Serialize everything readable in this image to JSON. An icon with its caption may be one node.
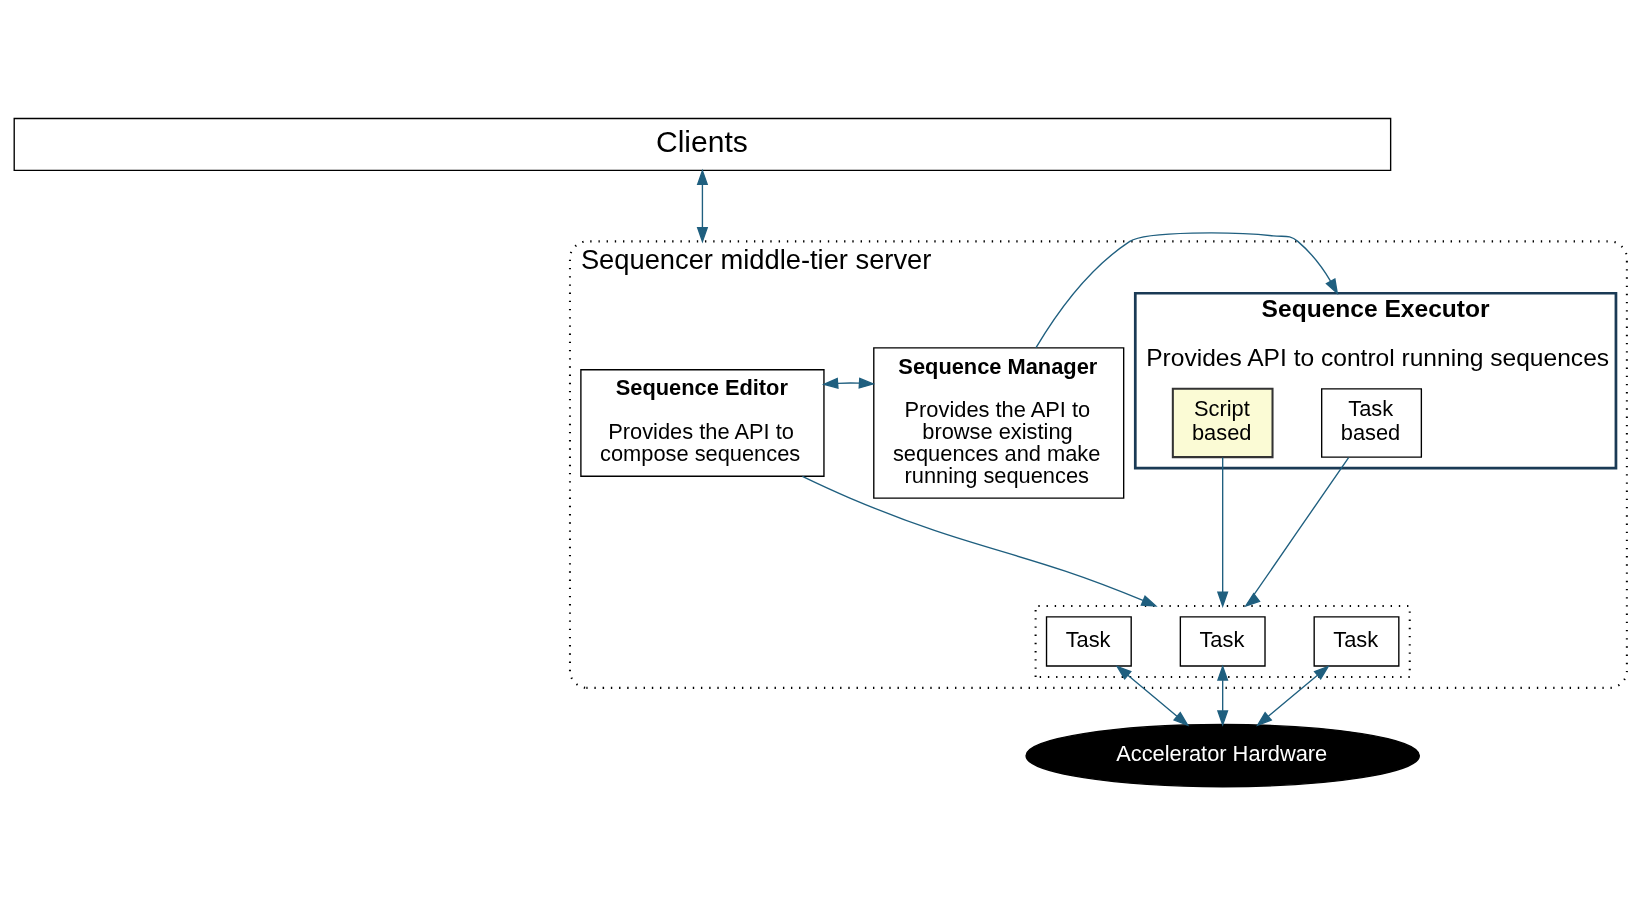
{
  "diagram": {
    "nodes": [
      {
        "text": [
          "Clients"
        ]
      },
      {
        "text": [
          "Sequencer middle-tier server"
        ]
      },
      {
        "text": [
          "Sequence Manager",
          "Provides the API to browse existing sequences and make running sequences"
        ],
        "in": 1
      },
      {
        "text": [
          "Sequence Editor",
          "Provides the API to compose sequences"
        ],
        "in": 1
      },
      {
        "text": [
          "Sequence Executor",
          "Provides API to control running sequences"
        ],
        "in": 1
      },
      {
        "text": [
          "Script based"
        ],
        "in": 4
      },
      {
        "text": [
          "Task based"
        ],
        "in": 4
      },
      {
        "text": [],
        "shape": "box",
        "in": 1
      },
      {
        "text": [
          "Task"
        ],
        "in": 7
      },
      {
        "text": [
          "Task"
        ],
        "in": 7
      },
      {
        "text": [
          "Task"
        ],
        "in": 7
      },
      {
        "text": [
          "Accelerator Hardware"
        ]
      }
    ],
    "edges": [
      {
        "from": 0,
        "to": 1,
        "arrow": "both"
      },
      {
        "from": 2,
        "to": 4,
        "arrow": "to"
      },
      {
        "from": 3,
        "to": 2,
        "arrow": "both"
      },
      {
        "from": 3,
        "to": 7,
        "arrow": "to"
      },
      {
        "from": 5,
        "to": 7,
        "arrow": "to"
      },
      {
        "from": 6,
        "to": 7,
        "arrow": "to"
      },
      {
        "from": 8,
        "to": 11,
        "arrow": "both"
      },
      {
        "from": 9,
        "to": 11,
        "arrow": "both"
      },
      {
        "from": 10,
        "to": 11,
        "arrow": "both"
      }
    ]
  }
}
